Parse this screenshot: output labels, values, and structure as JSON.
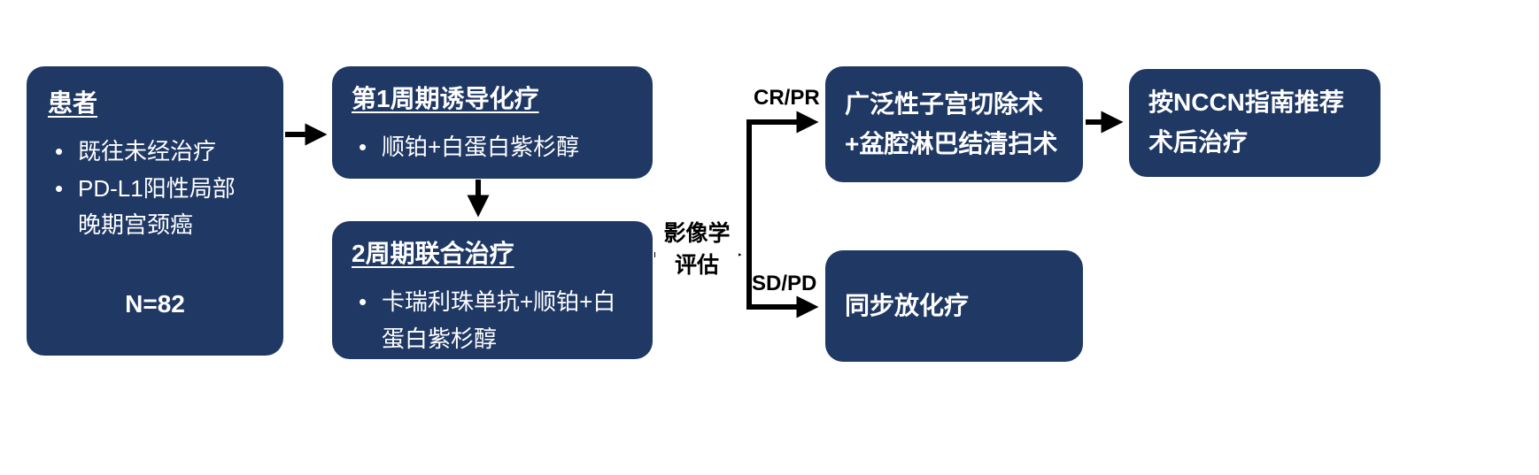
{
  "diagram": {
    "background_color": "#ffffff",
    "box_color": "#1f3864",
    "box_text_color": "#ffffff",
    "arrow_color": "#000000"
  },
  "glyphs": {
    "bullet": "•"
  },
  "patients_box": {
    "title": "患者",
    "bullets": [
      "既往未经治疗",
      "PD-L1阳性局部晚期宫颈癌"
    ],
    "sample_size": "N=82"
  },
  "induction_box": {
    "title": "第1周期诱导化疗",
    "bullets": [
      "顺铂+白蛋白紫杉醇"
    ]
  },
  "combination_box": {
    "title": "2周期联合治疗",
    "bullets": [
      "卡瑞利珠单抗+顺铂+白蛋白紫杉醇"
    ]
  },
  "assessment_label": {
    "line1": "影像学",
    "line2": "评估"
  },
  "branch_labels": {
    "responders": "CR/PR",
    "non_responders": "SD/PD"
  },
  "surgery_box": {
    "text": "广泛性子宫切除术+盆腔淋巴结清扫术"
  },
  "nccn_box": {
    "text": "按NCCN指南推荐术后治疗"
  },
  "crt_box": {
    "text": "同步放化疗"
  }
}
